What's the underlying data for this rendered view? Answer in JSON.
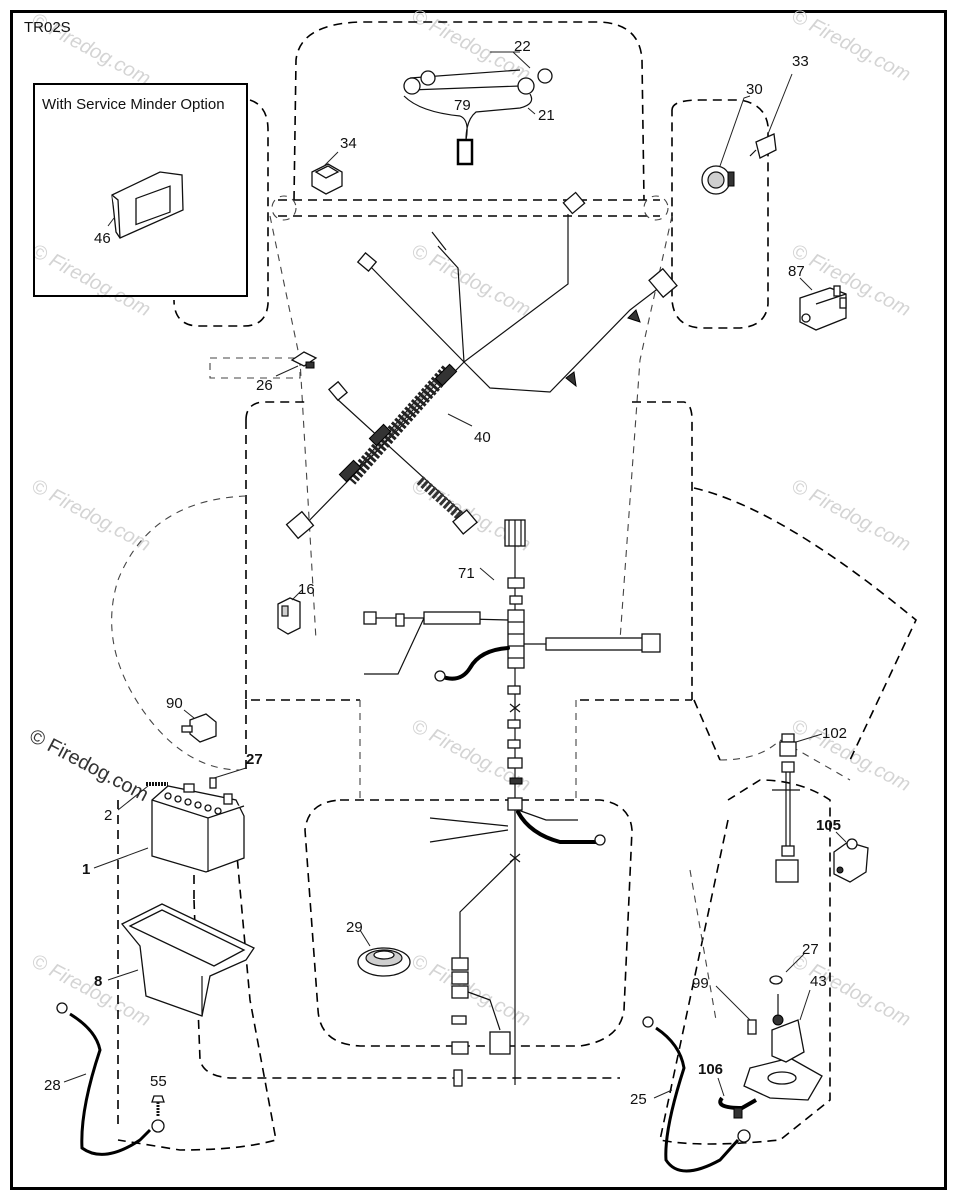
{
  "diagram": {
    "code": "TR02S",
    "inset_title": "With Service Minder Option",
    "watermark": "© Firedog.com",
    "callouts": {
      "p1": "1",
      "p2": "2",
      "p8": "8",
      "p16": "16",
      "p21": "21",
      "p22": "22",
      "p25": "25",
      "p26": "26",
      "p27a": "27",
      "p27b": "27",
      "p28": "28",
      "p29": "29",
      "p30": "30",
      "p33": "33",
      "p34": "34",
      "p40": "40",
      "p43": "43",
      "p46": "46",
      "p55": "55",
      "p71": "71",
      "p79": "79",
      "p87": "87",
      "p90": "90",
      "p99": "99",
      "p102": "102",
      "p105": "105",
      "p106": "106"
    },
    "parts": [
      {
        "id": "1",
        "name": "battery"
      },
      {
        "id": "2",
        "name": "bolt"
      },
      {
        "id": "8",
        "name": "battery-tray"
      },
      {
        "id": "16",
        "name": "switch"
      },
      {
        "id": "21",
        "name": "headlight-harness"
      },
      {
        "id": "22",
        "name": "bulb"
      },
      {
        "id": "25",
        "name": "ground-cable"
      },
      {
        "id": "26",
        "name": "fuse"
      },
      {
        "id": "27",
        "name": "nut"
      },
      {
        "id": "28",
        "name": "battery-cable"
      },
      {
        "id": "29",
        "name": "seat-switch"
      },
      {
        "id": "30",
        "name": "ignition-switch"
      },
      {
        "id": "33",
        "name": "key"
      },
      {
        "id": "34",
        "name": "light-switch"
      },
      {
        "id": "40",
        "name": "main-harness"
      },
      {
        "id": "43",
        "name": "solenoid"
      },
      {
        "id": "46",
        "name": "service-minder"
      },
      {
        "id": "55",
        "name": "screw"
      },
      {
        "id": "71",
        "name": "engine-harness"
      },
      {
        "id": "79",
        "name": "socket"
      },
      {
        "id": "87",
        "name": "pto-switch"
      },
      {
        "id": "90",
        "name": "relay"
      },
      {
        "id": "99",
        "name": "bolt"
      },
      {
        "id": "102",
        "name": "wire-harness"
      },
      {
        "id": "105",
        "name": "switch"
      },
      {
        "id": "106",
        "name": "clamp"
      }
    ]
  }
}
